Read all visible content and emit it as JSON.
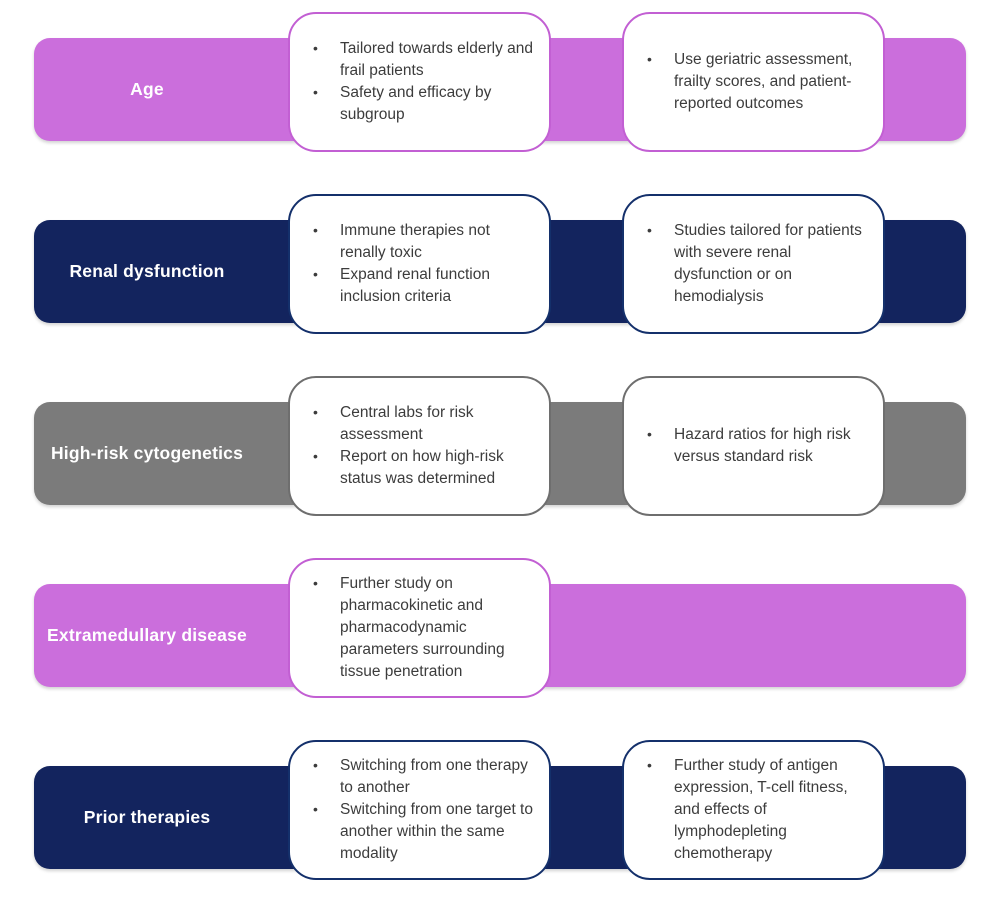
{
  "colors": {
    "magenta_bar": "#cb6edc",
    "magenta_border": "#c25fd3",
    "navy_bar": "#13245e",
    "navy_border": "#14306b",
    "gray_bar": "#7b7b7b",
    "gray_border": "#6e6e6e",
    "card_background": "#ffffff",
    "bullet_text": "#3c3c3c",
    "label_text": "#ffffff"
  },
  "rows": [
    {
      "label": "Age",
      "theme": "magenta",
      "card1": [
        "Tailored towards elderly and frail patients",
        "Safety and efficacy by subgroup"
      ],
      "card2": [
        "Use geriatric assessment, frailty scores, and patient-reported outcomes"
      ]
    },
    {
      "label": "Renal dysfunction",
      "theme": "navy",
      "card1": [
        "Immune therapies not renally toxic",
        "Expand renal function inclusion criteria"
      ],
      "card2": [
        "Studies tailored for patients with severe renal dysfunction or on hemodialysis"
      ]
    },
    {
      "label": "High-risk cytogenetics",
      "theme": "gray",
      "card1": [
        "Central labs for risk assessment",
        "Report on how high-risk status was determined"
      ],
      "card2": [
        "Hazard ratios for high risk versus standard risk"
      ]
    },
    {
      "label": "Extramedullary disease",
      "theme": "magenta",
      "card1": [
        "Further study on pharmacokinetic and pharmacodynamic parameters surrounding tissue penetration"
      ],
      "card2": []
    },
    {
      "label": "Prior therapies",
      "theme": "navy",
      "card1": [
        "Switching from one therapy to another",
        "Switching from one target to another within the same modality"
      ],
      "card2": [
        "Further study of antigen expression, T-cell fitness, and effects of lymphodepleting chemotherapy"
      ]
    }
  ]
}
